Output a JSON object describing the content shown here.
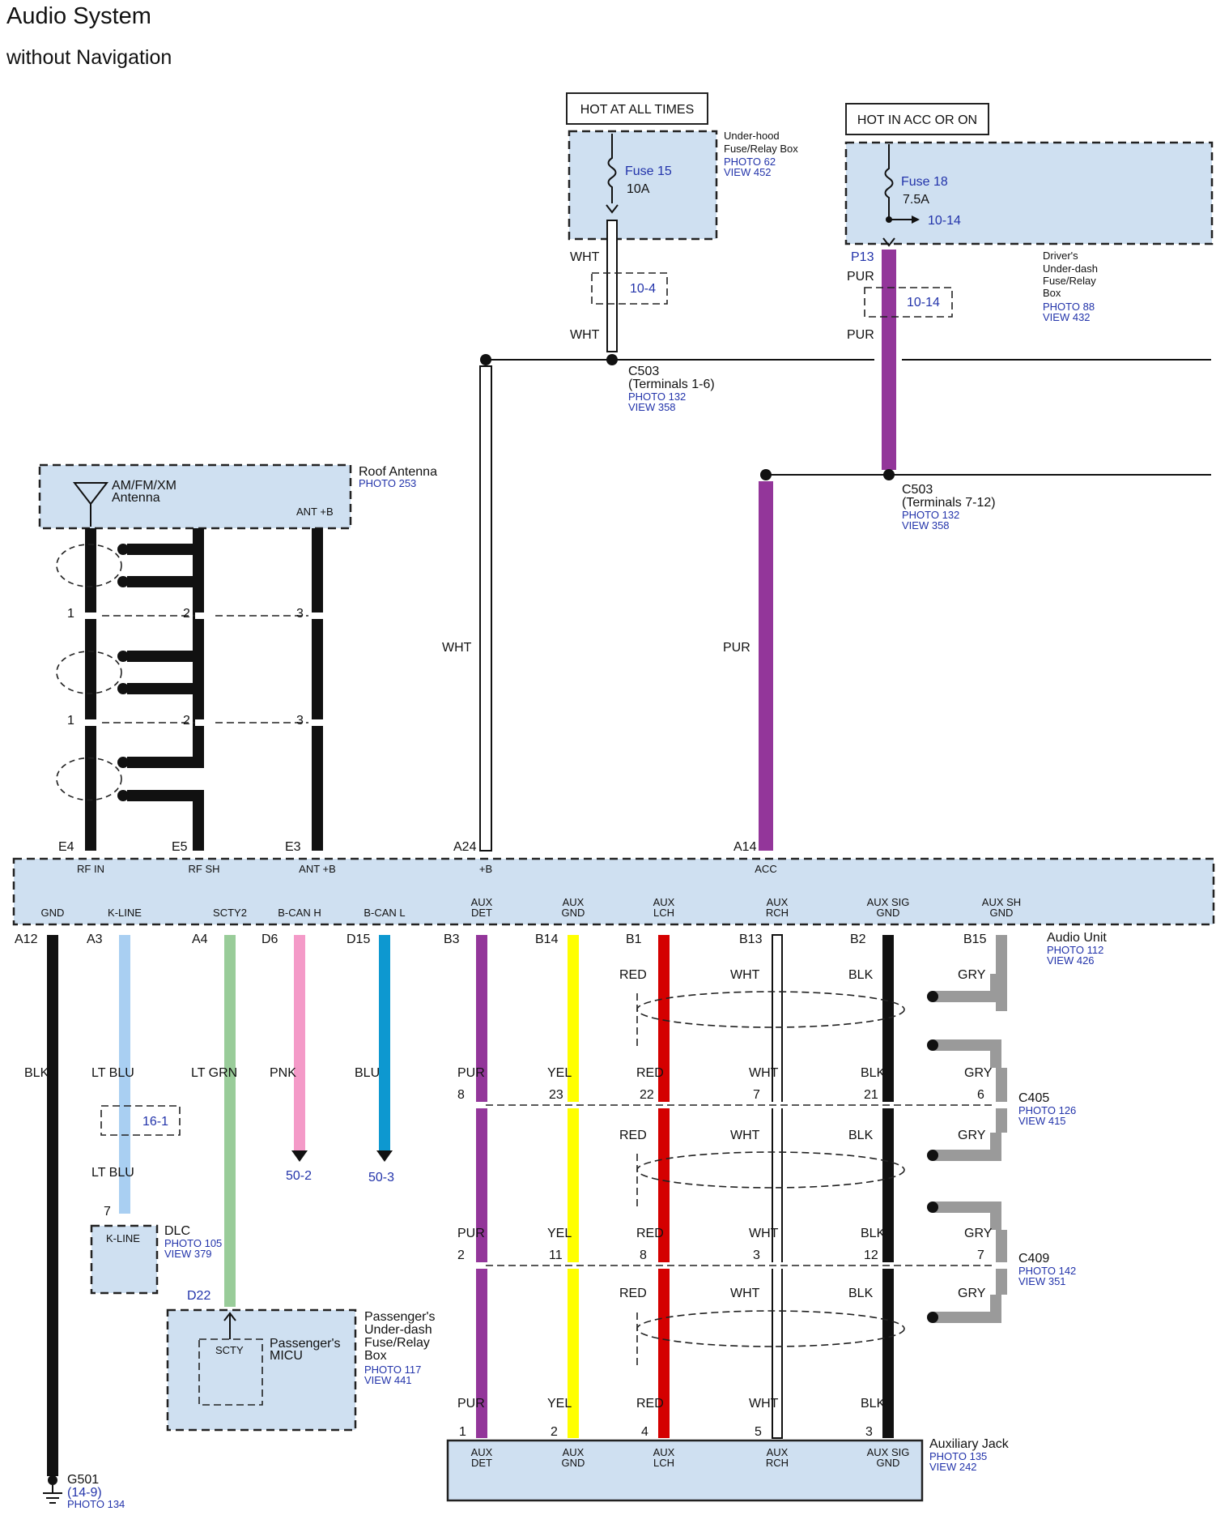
{
  "title": "Audio System",
  "subtitle": "without Navigation",
  "power": {
    "hot_at_all_times": "HOT AT ALL TIMES",
    "hot_in_acc_or_on": "HOT IN ACC OR ON",
    "underhood_box": [
      "Under-hood",
      "Fuse/Relay Box"
    ],
    "underhood_photo": "PHOTO 62",
    "underhood_view": "VIEW 452",
    "fuse15": "Fuse 15",
    "fuse15_amp": "10A",
    "fuse18": "Fuse 18",
    "fuse18_amp": "7.5A",
    "fuse18_ref": "10-14",
    "driver_box": [
      "Driver's",
      "Under-dash",
      "Fuse/Relay",
      "Box"
    ],
    "driver_photo": "PHOTO 88",
    "driver_view": "VIEW 432",
    "p13": "P13",
    "ref_10_4": "10-4",
    "ref_10_14": "10-14"
  },
  "connectors": {
    "c503a": [
      "C503",
      "(Terminals 1-6)"
    ],
    "c503a_photo": "PHOTO 132",
    "c503a_view": "VIEW 358",
    "c503b": [
      "C503",
      "(Terminals 7-12)"
    ],
    "c503b_photo": "PHOTO 132",
    "c503b_view": "VIEW 358",
    "c405": "C405",
    "c405_photo": "PHOTO 126",
    "c405_view": "VIEW 415",
    "c409": "C409",
    "c409_photo": "PHOTO 142",
    "c409_view": "VIEW 351"
  },
  "antenna": {
    "name": [
      "AM/FM/XM",
      "Antenna"
    ],
    "antb": "ANT +B",
    "roof": "Roof Antenna",
    "roof_photo": "PHOTO 253",
    "seg_pins": [
      "1",
      "2",
      "3"
    ]
  },
  "audio_unit": {
    "label": "Audio Unit",
    "photo": "PHOTO 112",
    "view": "VIEW 426",
    "top_pins": [
      {
        "pin": "E4",
        "name": "RF IN"
      },
      {
        "pin": "E5",
        "name": "RF SH"
      },
      {
        "pin": "E3",
        "name": "ANT +B"
      },
      {
        "pin": "A24",
        "name": "+B"
      },
      {
        "pin": "A14",
        "name": "ACC"
      }
    ],
    "bottom_pins": [
      {
        "pin": "A12",
        "name": [
          "GND"
        ],
        "wire": "BLK",
        "color": "#111111"
      },
      {
        "pin": "A3",
        "name": [
          "K-LINE"
        ],
        "wire": "LT BLU",
        "color": "#a9cff2"
      },
      {
        "pin": "A4",
        "name": [
          "SCTY2"
        ],
        "wire": "LT GRN",
        "color": "#99cc99"
      },
      {
        "pin": "D6",
        "name": [
          "B-CAN H"
        ],
        "wire": "PNK",
        "color": "#f49ac8"
      },
      {
        "pin": "D15",
        "name": [
          "B-CAN L"
        ],
        "wire": "BLU",
        "color": "#0d98d0"
      },
      {
        "pin": "B3",
        "name": [
          "AUX",
          "DET"
        ],
        "wire": "PUR",
        "color": "#93369a"
      },
      {
        "pin": "B14",
        "name": [
          "AUX",
          "GND"
        ],
        "wire": "YEL",
        "color": "#ffff00"
      },
      {
        "pin": "B1",
        "name": [
          "AUX",
          "LCH"
        ],
        "wire": "RED",
        "color": "#d40000"
      },
      {
        "pin": "B13",
        "name": [
          "AUX",
          "RCH"
        ],
        "wire": "WHT",
        "color": "#ffffff"
      },
      {
        "pin": "B2",
        "name": [
          "AUX SIG",
          "GND"
        ],
        "wire": "BLK",
        "color": "#111111"
      },
      {
        "pin": "B15",
        "name": [
          "AUX SH",
          "GND"
        ],
        "wire": "GRY",
        "color": "#9a9a9a"
      }
    ]
  },
  "wires": {
    "wht": "WHT",
    "pur": "PUR",
    "blk": "BLK",
    "ltblu": "LT BLU",
    "ltgrn": "LT GRN",
    "pnk": "PNK",
    "blu": "BLU",
    "yel": "YEL",
    "red": "RED",
    "gry": "GRY"
  },
  "c405_pins": [
    "8",
    "23",
    "22",
    "7",
    "21",
    "6"
  ],
  "c409_pins": [
    "2",
    "11",
    "8",
    "3",
    "12",
    "7"
  ],
  "aux_pins": [
    "1",
    "2",
    "4",
    "5",
    "3"
  ],
  "refs": {
    "klink_ref": "16-1",
    "bcanh_ref": "50-2",
    "bcanl_ref": "50-3"
  },
  "dlc": {
    "pin": "7",
    "label": "DLC",
    "inner": "K-LINE",
    "photo": "PHOTO 105",
    "view": "VIEW 379"
  },
  "passenger": {
    "pin": "D22",
    "box": [
      "Passenger's",
      "Under-dash",
      "Fuse/Relay",
      "Box"
    ],
    "photo": "PHOTO 117",
    "view": "VIEW 441",
    "micu": [
      "Passenger's",
      "MICU"
    ],
    "scty": "SCTY"
  },
  "ground": {
    "name": "G501",
    "ref": "(14-9)",
    "photo": "PHOTO 134"
  },
  "aux_jack": {
    "label": "Auxiliary Jack",
    "photo": "PHOTO 135",
    "view": "VIEW 242",
    "pins": [
      [
        "AUX",
        "DET"
      ],
      [
        "AUX",
        "GND"
      ],
      [
        "AUX",
        "LCH"
      ],
      [
        "AUX",
        "RCH"
      ],
      [
        "AUX SIG",
        "GND"
      ]
    ]
  },
  "colors": {
    "box_fill": "#cfe0f1",
    "purple": "#93369a",
    "blue_text": "#2233aa"
  }
}
